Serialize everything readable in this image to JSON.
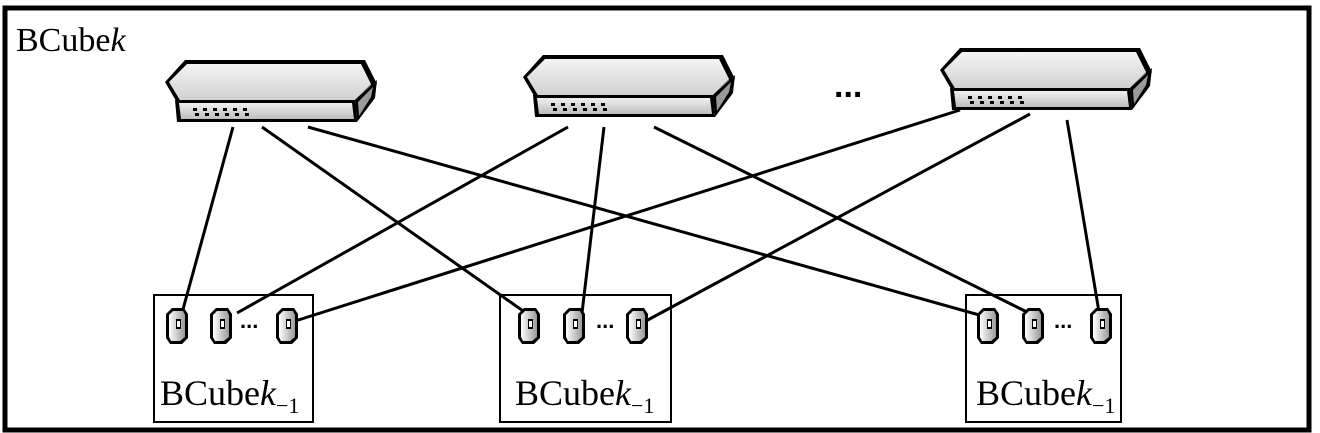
{
  "diagram": {
    "outer_label": {
      "prefix": "BCube",
      "italic": "k"
    },
    "switch_ellipsis": "...",
    "sub_cubes": [
      {
        "prefix": "BCube",
        "italic": "k",
        "subscript": "−1",
        "server_ellipsis": "..."
      },
      {
        "prefix": "BCube",
        "italic": "k",
        "subscript": "−1",
        "server_ellipsis": "..."
      },
      {
        "prefix": "BCube",
        "italic": "k",
        "subscript": "−1",
        "server_ellipsis": "..."
      }
    ]
  }
}
